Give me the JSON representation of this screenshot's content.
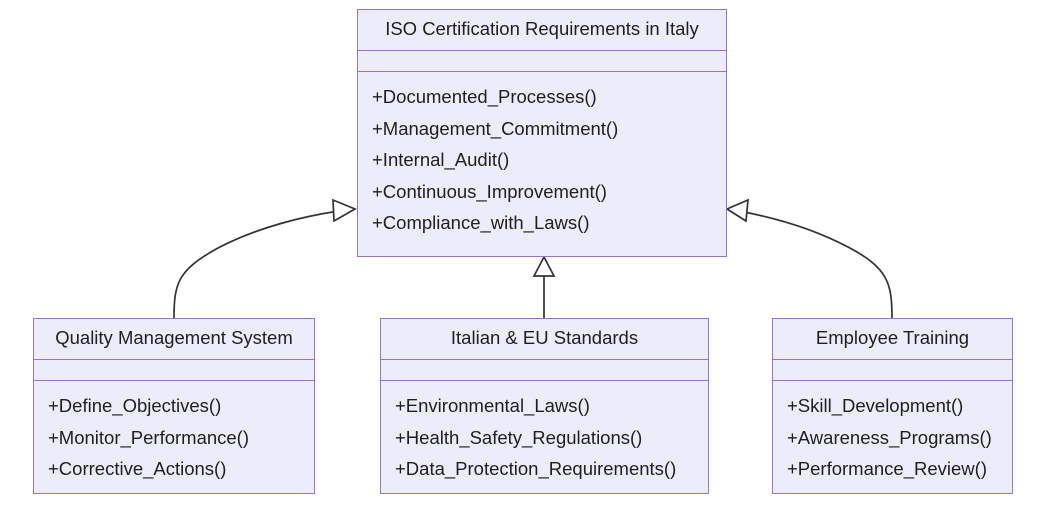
{
  "diagram": {
    "type": "uml-class-diagram",
    "title": "ISO Certification Requirements in Italy",
    "background_color": "#ffffff",
    "class_fill_color": "#ECECFB",
    "class_border_color": "#9673D3",
    "edge_color": "#333333",
    "classes": [
      {
        "id": "iso-certification-requirements-in-italy",
        "name": "ISO Certification Requirements in Italy",
        "attributes": [],
        "methods": [
          "+Documented_Processes()",
          "+Management_Commitment()",
          "+Internal_Audit()",
          "+Continuous_Improvement()",
          "+Compliance_with_Laws()"
        ]
      },
      {
        "id": "quality-management-system",
        "name": "Quality Management System",
        "attributes": [],
        "methods": [
          "+Define_Objectives()",
          "+Monitor_Performance()",
          "+Corrective_Actions()"
        ]
      },
      {
        "id": "italian-eu-standards",
        "name": "Italian & EU Standards",
        "attributes": [],
        "methods": [
          "+Environmental_Laws()",
          "+Health_Safety_Regulations()",
          "+Data_Protection_Requirements()"
        ]
      },
      {
        "id": "employee-training",
        "name": "Employee Training",
        "attributes": [],
        "methods": [
          "+Skill_Development()",
          "+Awareness_Programs()",
          "+Performance_Review()"
        ]
      }
    ],
    "relationships": [
      {
        "id": "qms-to-iso",
        "type": "generalization",
        "from": "Quality Management System",
        "to": "ISO Certification Requirements in Italy",
        "arrowhead": "hollow-triangle"
      },
      {
        "id": "standards-to-iso",
        "type": "generalization",
        "from": "Italian & EU Standards",
        "to": "ISO Certification Requirements in Italy",
        "arrowhead": "hollow-triangle"
      },
      {
        "id": "training-to-iso",
        "type": "generalization",
        "from": "Employee Training",
        "to": "ISO Certification Requirements in Italy",
        "arrowhead": "hollow-triangle"
      }
    ]
  }
}
